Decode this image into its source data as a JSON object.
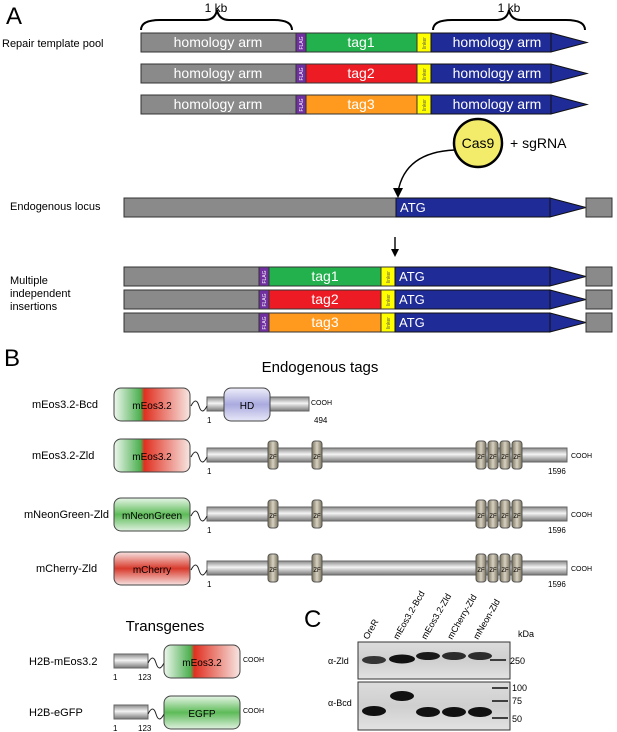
{
  "panel_a": {
    "letter": "A",
    "span_left": "1 kb",
    "span_right": "1 kb",
    "pool_label": "Repair template pool",
    "homology": "homology arm",
    "flag": "FLAG",
    "linker": "linker",
    "tags": [
      "tag1",
      "tag2",
      "tag3"
    ],
    "cas9": "Cas9",
    "sgrna": "+ sgRNA",
    "locus_label": "Endogenous locus",
    "atg": "ATG",
    "multi_1": "Multiple",
    "multi_2": "independent",
    "multi_3": "insertions",
    "colors": {
      "arm": "#8a8a8a",
      "flag": "#7030a0",
      "linker": "#ffff00",
      "tag1": "#22b14c",
      "tag2": "#ed1c24",
      "tag3": "#ff9a1f",
      "gene": "#1f2b96"
    }
  },
  "panel_b": {
    "letter": "B",
    "endo_title": "Endogenous tags",
    "rows": [
      {
        "name": "mEos3.2-Bcd",
        "fp": "mEos3.2",
        "domain": "HD",
        "start": "1",
        "end": "494",
        "terminus": "COOH"
      },
      {
        "name": "mEos3.2-Zld",
        "fp": "mEos3.2",
        "domain": "ZF",
        "start": "1",
        "end": "1596",
        "terminus": "COOH"
      },
      {
        "name": "mNeonGreen-Zld",
        "fp": "mNeonGreen",
        "domain": "ZF",
        "start": "1",
        "end": "1596",
        "terminus": "COOH"
      },
      {
        "name": "mCherry-Zld",
        "fp": "mCherry",
        "domain": "ZF",
        "start": "1",
        "end": "1596",
        "terminus": "COOH"
      }
    ],
    "trans_title": "Transgenes",
    "transgenes": [
      {
        "name": "H2B-mEos3.2",
        "fp": "mEos3.2",
        "start": "1",
        "end": "123",
        "terminus": "COOH"
      },
      {
        "name": "H2B-eGFP",
        "fp": "EGFP",
        "start": "1",
        "end": "123",
        "terminus": "COOH"
      }
    ]
  },
  "panel_c": {
    "letter": "C",
    "lanes": [
      "OreR",
      "mEos3.2-Bcd",
      "mEos3.2-Zld",
      "mCherry-Zld",
      "mNeon-Zld"
    ],
    "kda": "kDa",
    "zld_label": "α-Zld",
    "bcd_label": "α-Bcd",
    "marker_zld": [
      "250"
    ],
    "marker_bcd": [
      "100",
      "75",
      "50"
    ]
  }
}
